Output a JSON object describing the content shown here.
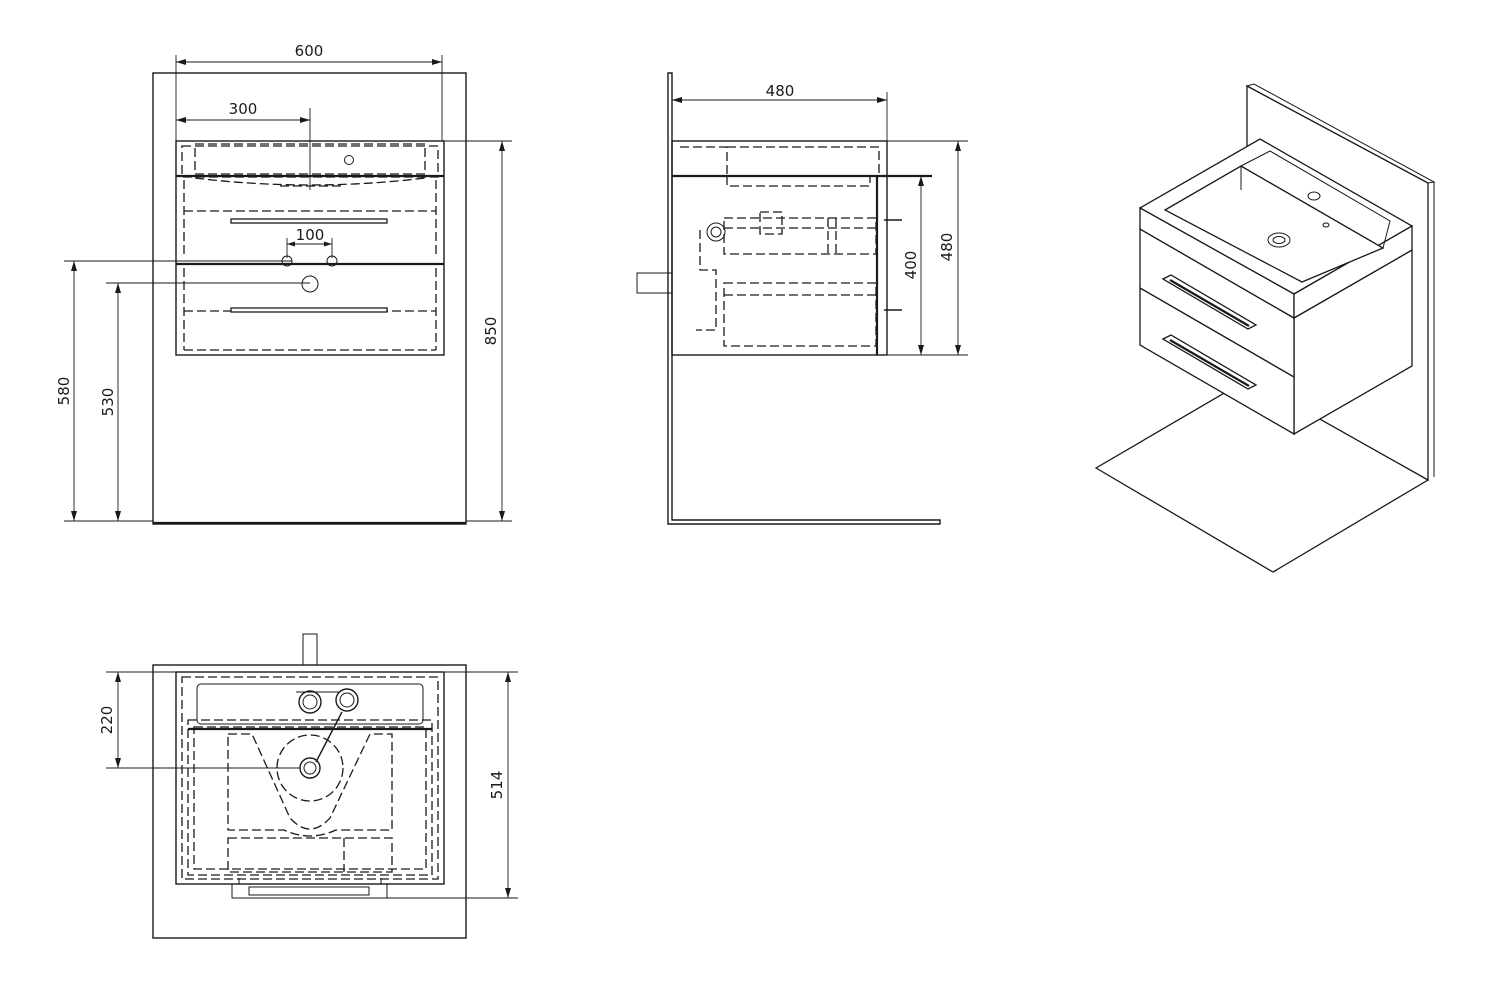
{
  "drawing": {
    "dimensions": {
      "front_width": "600",
      "front_half_width": "300",
      "front_tap_spacing": "100",
      "front_height": "850",
      "front_waste_height": "580",
      "front_drain_height": "530",
      "side_depth": "480",
      "side_cabinet_height": "400",
      "side_total_height": "480",
      "top_drain_offset": "220",
      "top_depth": "514"
    }
  }
}
